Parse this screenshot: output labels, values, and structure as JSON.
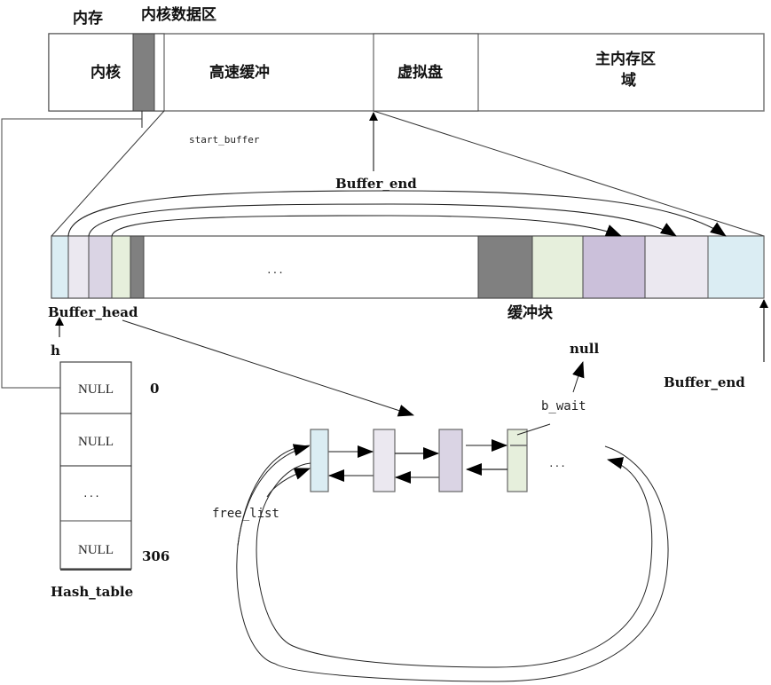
{
  "memory_bar": {
    "label_memory": "内存",
    "label_kernel_data": "内核数据区",
    "segments": [
      {
        "name": "kernel",
        "label": "内核"
      },
      {
        "name": "kernel-data",
        "label": ""
      },
      {
        "name": "gap",
        "label": ""
      },
      {
        "name": "buffer-cache",
        "label": "高速缓冲"
      },
      {
        "name": "ramdisk",
        "label": "虚拟盘"
      },
      {
        "name": "main-memory",
        "label_line1": "主内存区",
        "label_line2": "域"
      }
    ],
    "start_buffer_label": "start_buffer",
    "buffer_end_label": "Buffer_end"
  },
  "buffer_strip": {
    "head_label": "Buffer_head",
    "blocks_label": "缓冲块",
    "ellipsis": "...",
    "end_label": "Buffer_end",
    "colors": {
      "blue": "#dbedf3",
      "lavender": "#ebe8f0",
      "purple": "#dad4e4",
      "green": "#e6efdc",
      "gray": "#808080",
      "purple_dark": "#cbc0da"
    }
  },
  "hash_table": {
    "pointer_label": "h",
    "title": "Hash_table",
    "rows": [
      {
        "value": "NULL",
        "index": "0"
      },
      {
        "value": "NULL",
        "index": ""
      },
      {
        "value": "...",
        "index": ""
      },
      {
        "value": "NULL",
        "index": "306"
      }
    ]
  },
  "free_list": {
    "label": "free_list",
    "b_wait_label": "b_wait",
    "null_label": "null",
    "ellipsis": "..."
  }
}
